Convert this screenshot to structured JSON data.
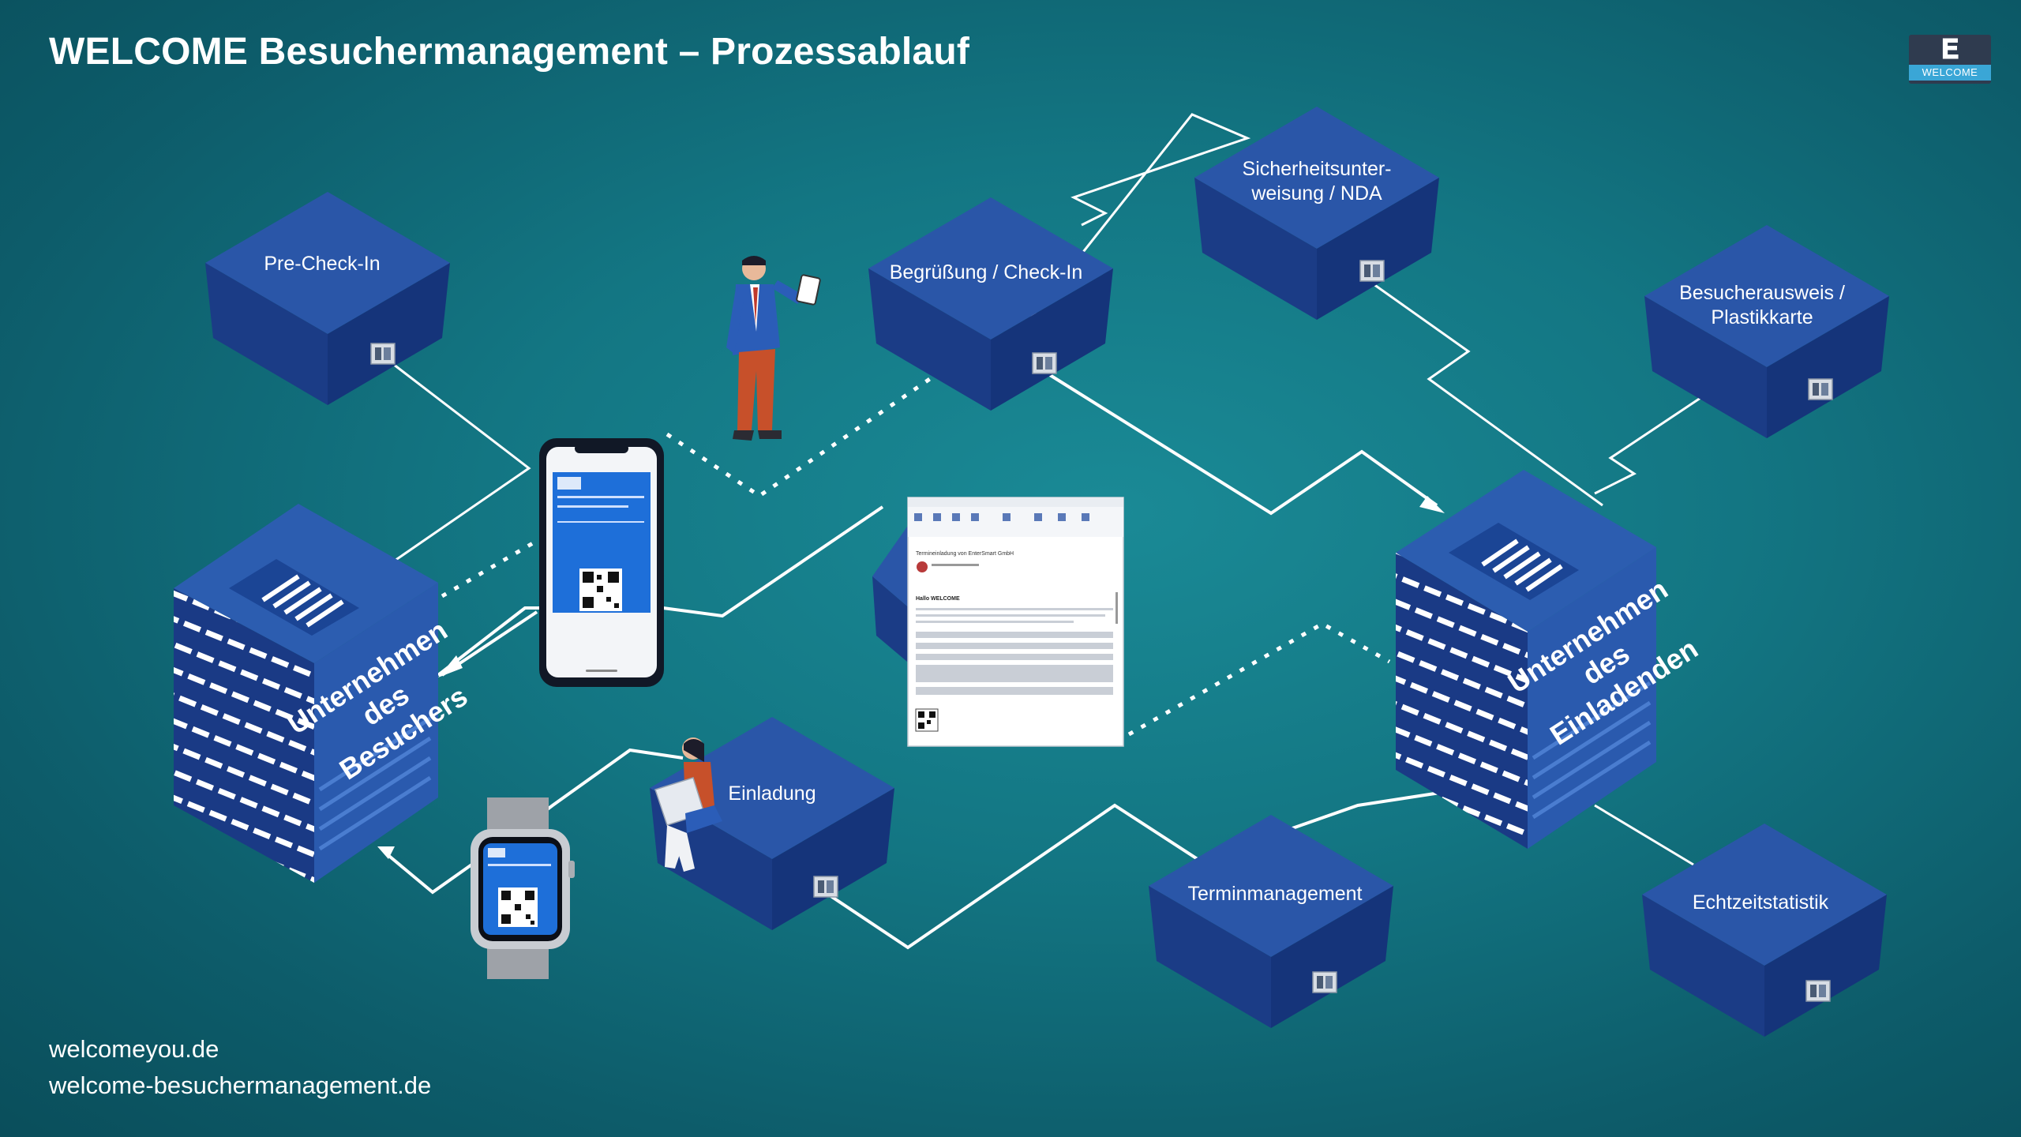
{
  "title": "WELCOME Besuchermanagement – Prozessablauf",
  "logo": {
    "word": "WELCOME"
  },
  "nodes": {
    "pre_checkin": "Pre-Check-In",
    "begruessung_line1": "Begrüßung / Check-In",
    "sicherheit_line1": "Sicherheitsunter-",
    "sicherheit_line2": "weisung / NDA",
    "besucherausweis_line1": "Besucherausweis /",
    "besucherausweis_line2": "Plastikkarte",
    "einladung": "Einladung",
    "terminmanagement": "Terminmanagement",
    "echtzeitstatistik": "Echtzeitstatistik"
  },
  "buildings": {
    "left": [
      "Unternehmen",
      "des",
      "Besuchers"
    ],
    "right": [
      "Unternehmen",
      "des",
      "Einladenden"
    ]
  },
  "email_preview": {
    "subject": "Termineinladung von EnterSmart GmbH",
    "greeting": "Hallo WELCOME"
  },
  "footer": {
    "link1": "welcomeyou.de",
    "link2": "welcome-besuchermanagement.de"
  },
  "colors": {
    "background": "#137683",
    "block_top": "#2a56a8",
    "block_side": "#1b3c86",
    "connector": "#ffffff"
  },
  "icons": [
    "logo-e-icon",
    "person-with-tablet-icon",
    "smartphone-qr-icon",
    "smartwatch-qr-icon",
    "woman-with-laptop-icon",
    "email-window-icon",
    "qr-code-icon",
    "card-reader-icon"
  ]
}
